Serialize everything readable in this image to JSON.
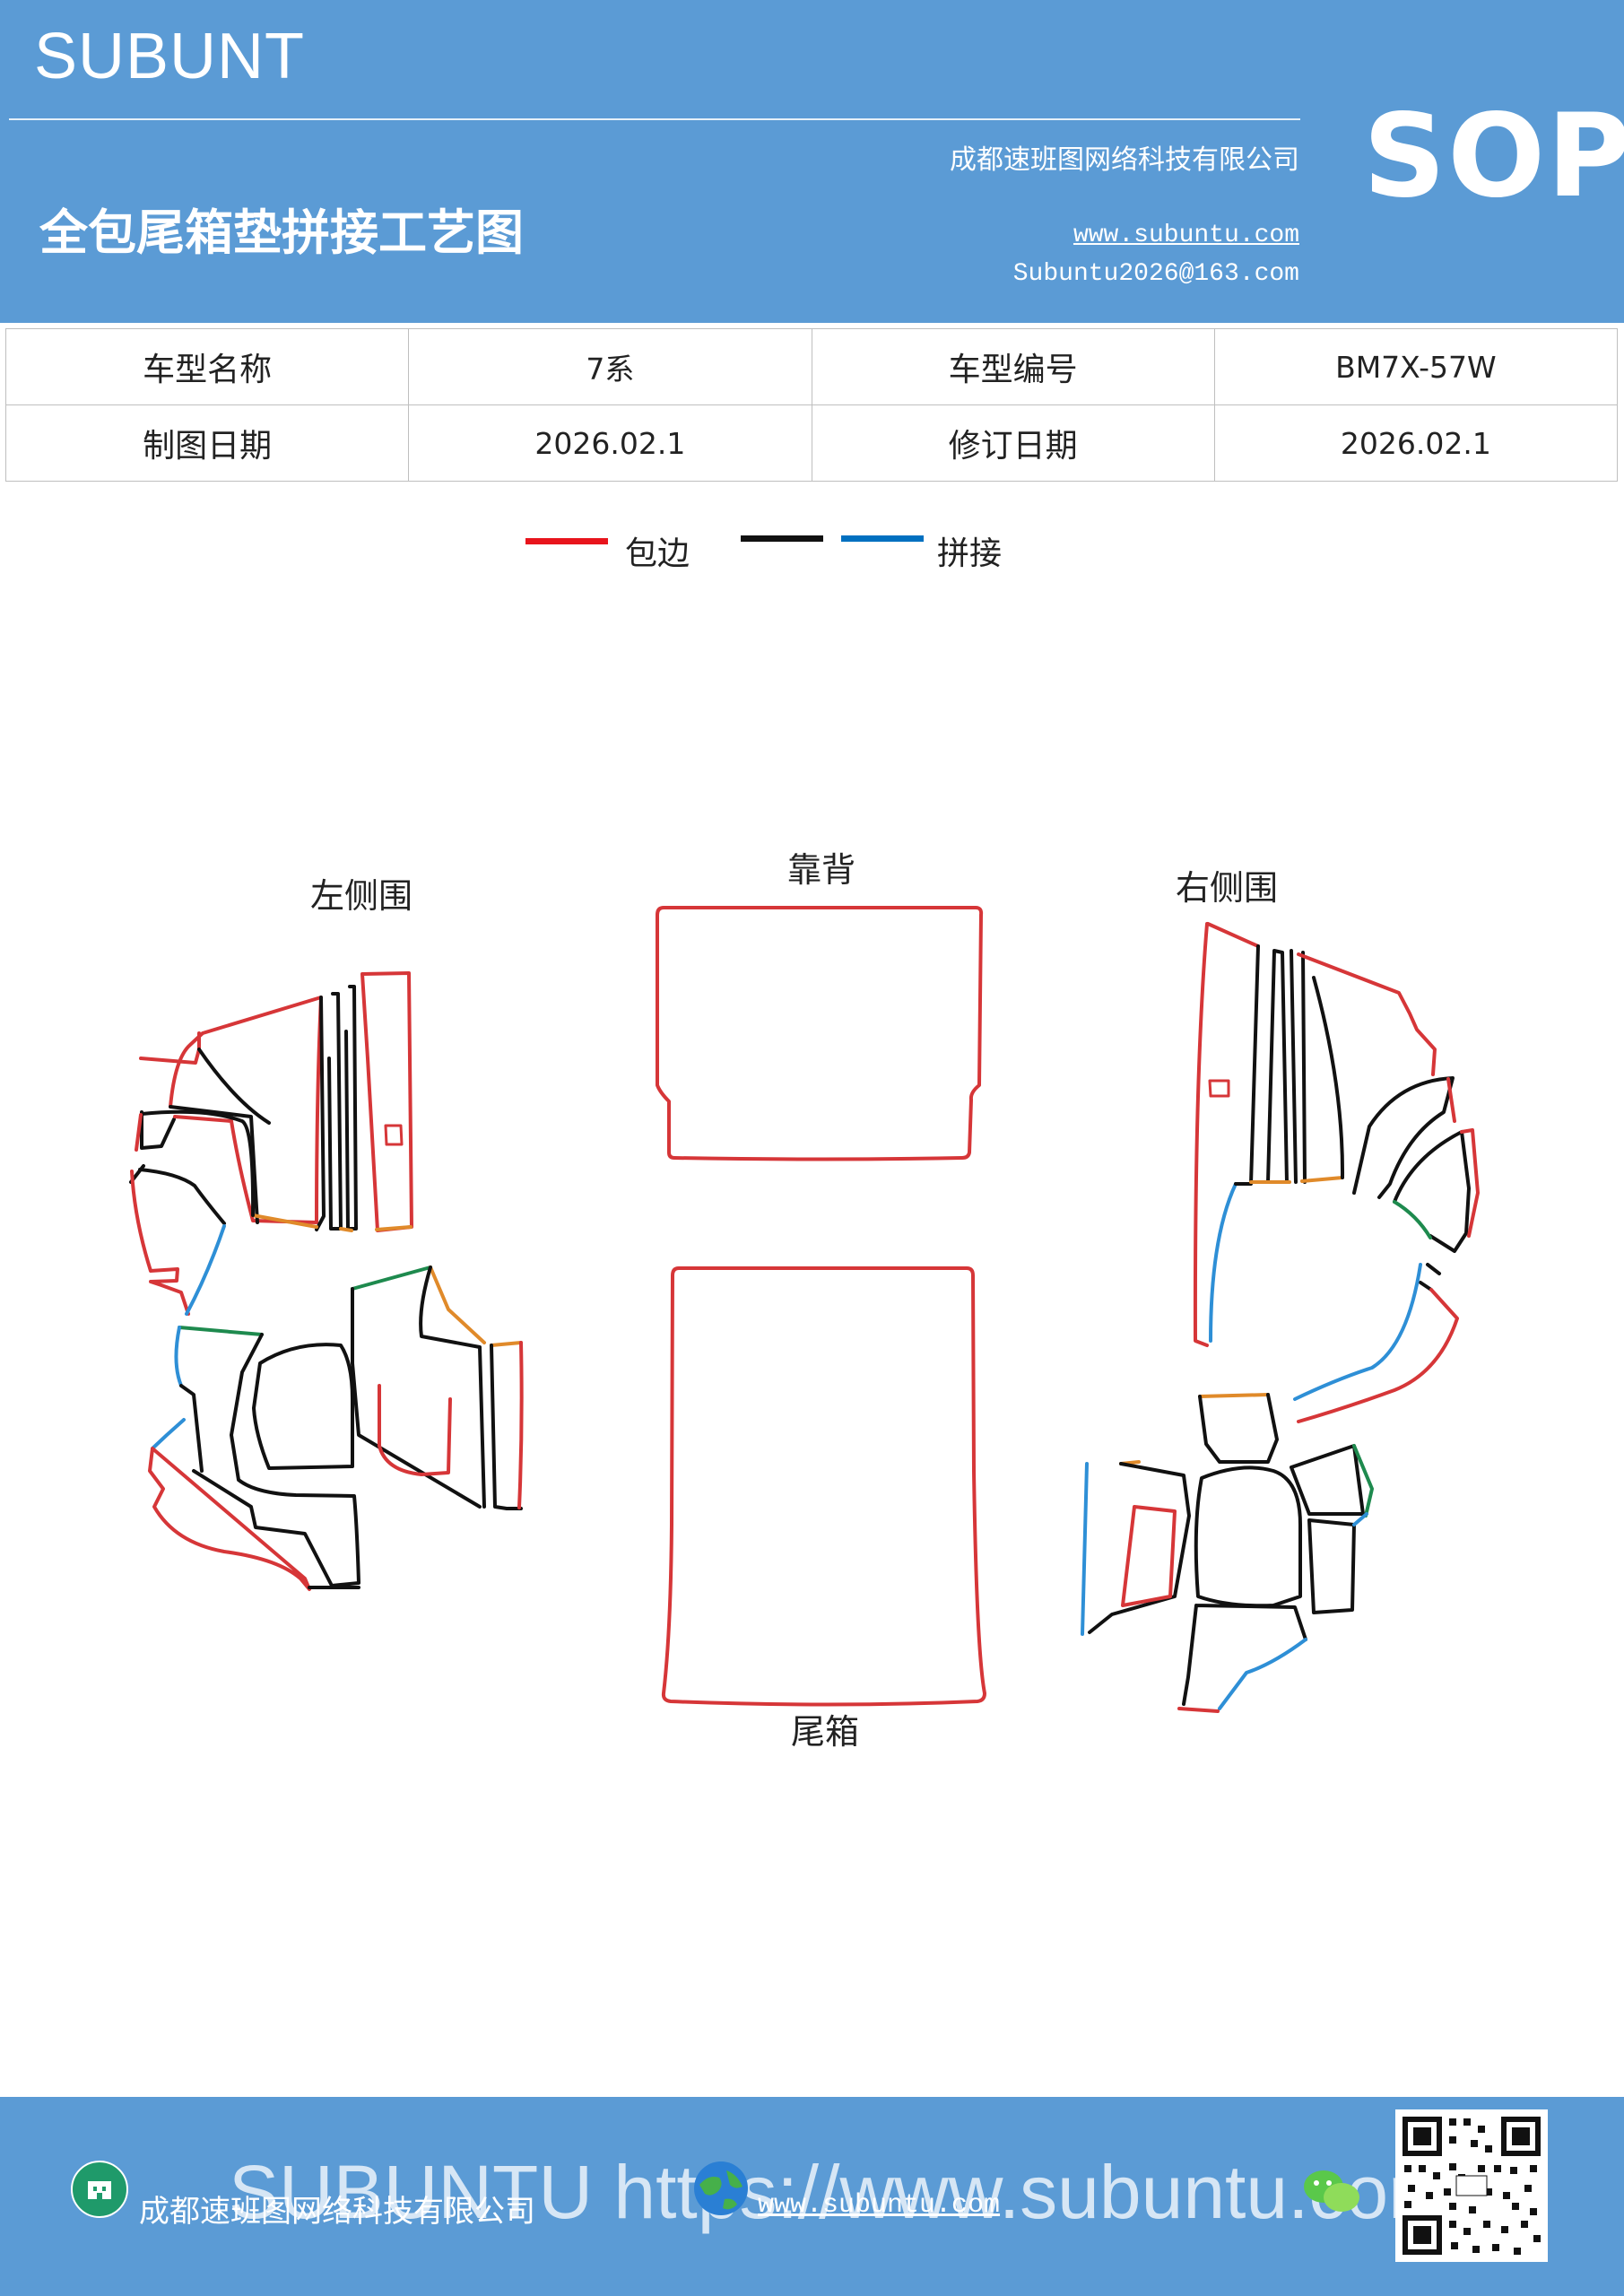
{
  "header": {
    "brand": "SUBUNT",
    "title": "全包尾箱垫拼接工艺图",
    "company": "成都速班图网络科技有限公司",
    "website": "www.subuntu.com",
    "email": "Subuntu2026@163.com",
    "badge": "SOP"
  },
  "info_table": {
    "model_name_label": "车型名称",
    "model_name_value": "7系",
    "model_code_label": "车型编号",
    "model_code_value": "BM7X-57W",
    "draw_date_label": "制图日期",
    "draw_date_value": "2026.02.1",
    "revise_date_label": "修订日期",
    "revise_date_value": "2026.02.1"
  },
  "legend": {
    "items": [
      {
        "color": "#e8141c",
        "label": "包边"
      },
      {
        "color": "#111111",
        "label": ""
      },
      {
        "color": "#0070c0",
        "label": "拼接"
      }
    ]
  },
  "diagram": {
    "labels": {
      "left_side": "左侧围",
      "backrest": "靠背",
      "right_side": "右侧围",
      "trunk": "尾箱"
    },
    "colors": {
      "edge": "#d63638",
      "seam": "#111111",
      "splice": "#2e8fd6",
      "orange": "#e08a2a",
      "green": "#1e8a4e"
    }
  },
  "footer": {
    "watermark": "SUBUNTU https://www.subuntu.com",
    "company": "成都速班图网络科技有限公司",
    "website": "www.subuntu.com",
    "building_icon": "building-icon",
    "globe_icon": "globe-icon",
    "wechat_icon": "wechat-icon"
  }
}
